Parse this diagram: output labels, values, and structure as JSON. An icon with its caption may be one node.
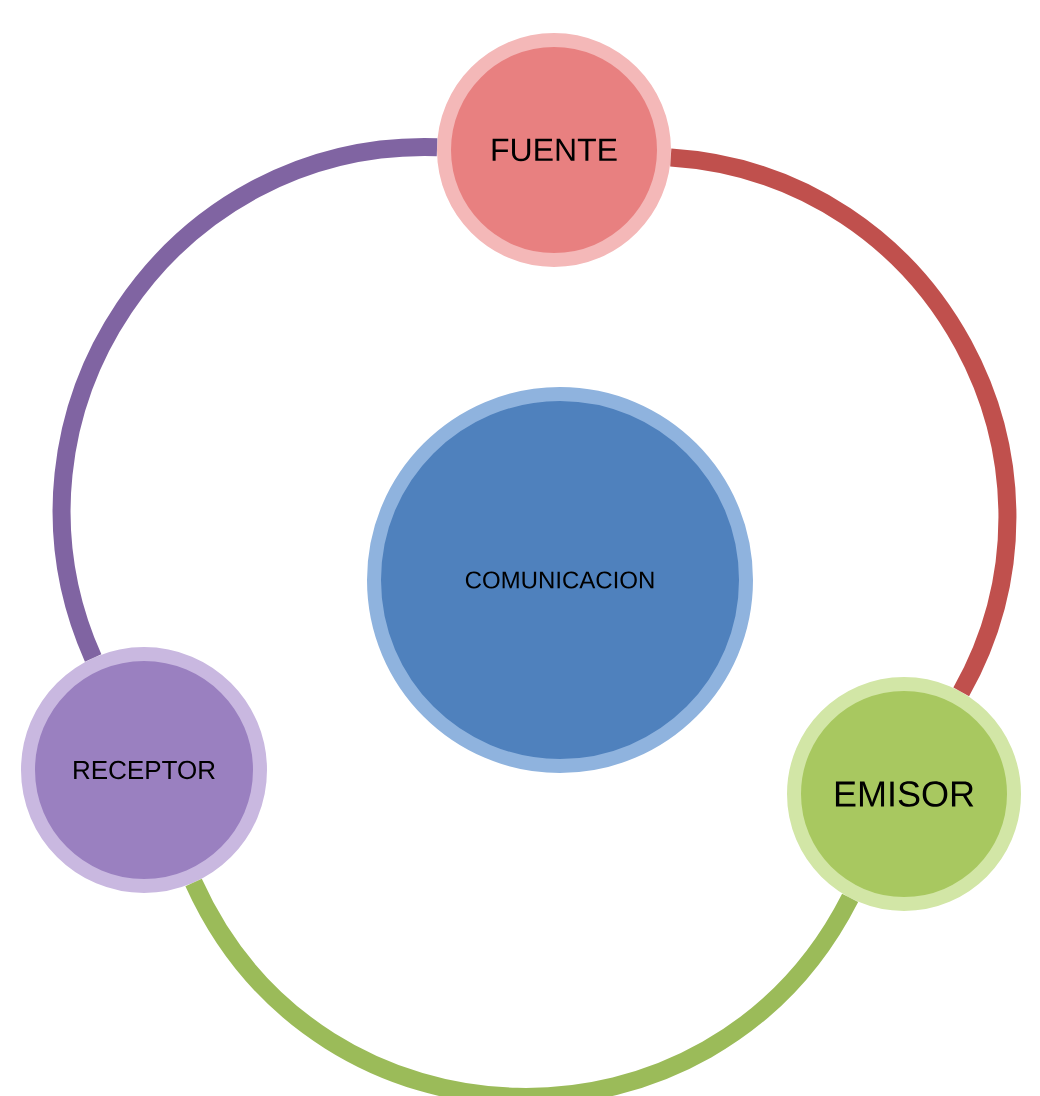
{
  "diagram": {
    "nodes": [
      {
        "text": [
          "FUENTE"
        ]
      },
      {
        "text": [
          "COMUNICACION"
        ]
      },
      {
        "text": [
          "RECEPTOR"
        ]
      },
      {
        "text": [
          "EMISOR"
        ]
      }
    ],
    "edges": [
      {
        "from": 0,
        "to": 3,
        "arrow": "none",
        "color": "#c0504d"
      },
      {
        "from": 3,
        "to": 2,
        "arrow": "none",
        "color": "#9bbb59"
      },
      {
        "from": 2,
        "to": 0,
        "arrow": "none",
        "color": "#8064a2"
      }
    ]
  }
}
